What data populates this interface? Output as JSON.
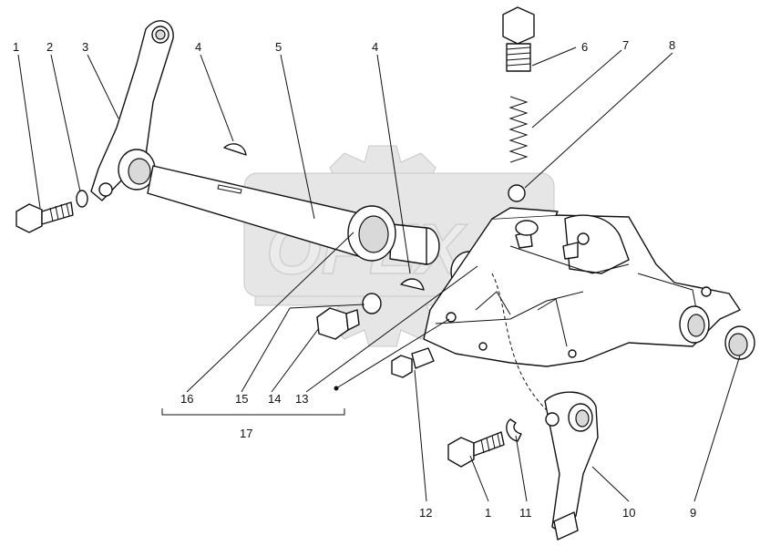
{
  "watermark": {
    "text": "OPEX"
  },
  "callouts": [
    {
      "id": "c1a",
      "label": "1"
    },
    {
      "id": "c2",
      "label": "2"
    },
    {
      "id": "c3",
      "label": "3"
    },
    {
      "id": "c4a",
      "label": "4"
    },
    {
      "id": "c5",
      "label": "5"
    },
    {
      "id": "c4b",
      "label": "4"
    },
    {
      "id": "c6",
      "label": "6"
    },
    {
      "id": "c7",
      "label": "7"
    },
    {
      "id": "c8",
      "label": "8"
    },
    {
      "id": "c16",
      "label": "16"
    },
    {
      "id": "c15",
      "label": "15"
    },
    {
      "id": "c14",
      "label": "14"
    },
    {
      "id": "c13",
      "label": "13"
    },
    {
      "id": "c17",
      "label": "17"
    },
    {
      "id": "c12",
      "label": "12"
    },
    {
      "id": "c1b",
      "label": "1"
    },
    {
      "id": "c11",
      "label": "11"
    },
    {
      "id": "c10",
      "label": "10"
    },
    {
      "id": "c9",
      "label": "9"
    }
  ]
}
